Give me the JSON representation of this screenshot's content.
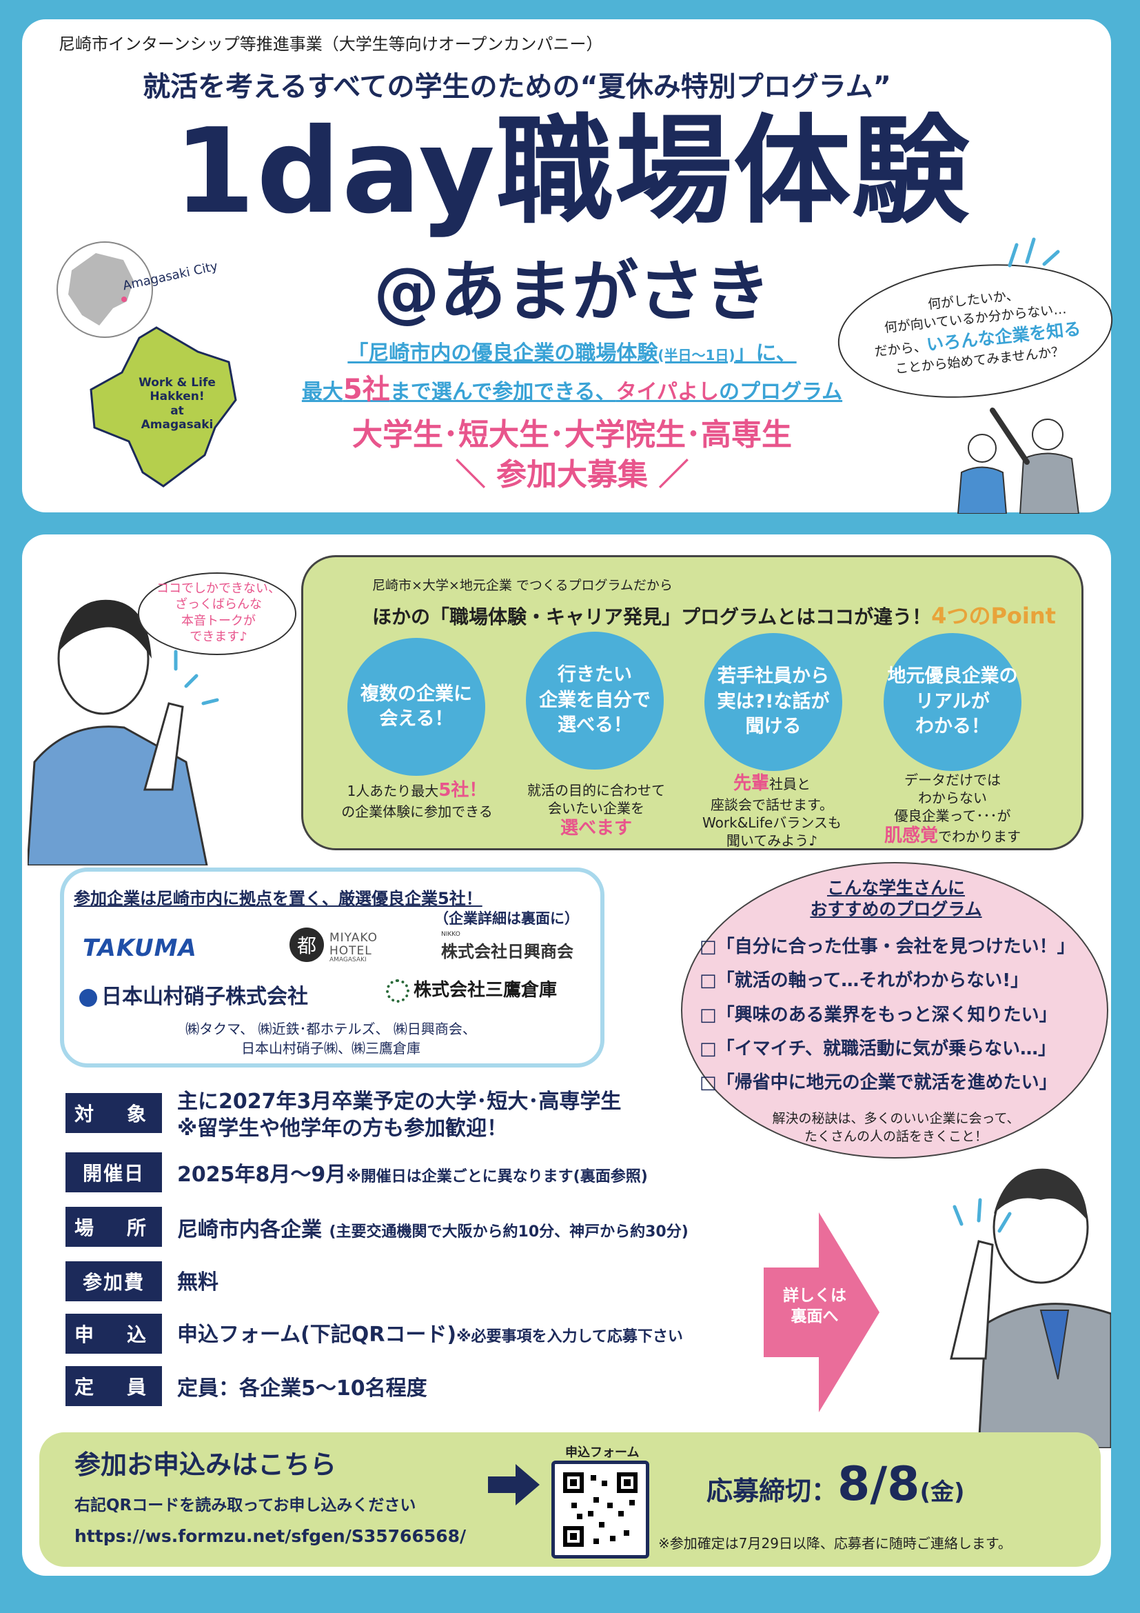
{
  "header": {
    "project": "尼崎市インターンシップ等推進事業（大学生等向けオープンカンパニー）",
    "subtitle": "就活を考えるすべての学生のための“夏休み特別プログラム”",
    "title_main": "1day職場体験",
    "title_sub": "@あまがさき",
    "desc_line1": "「尼崎市内の優良企業の職場体験",
    "desc_small": "(半日～1日)",
    "desc_line1_end": "」に、",
    "desc_line2_a": "最大",
    "desc_line2_num": "5社",
    "desc_line2_b": "まで選んで参加できる、",
    "desc_line2_c": "タイパよし",
    "desc_line2_d": "のプログラム",
    "target_line": "大学生･短大生･大学院生･高専生",
    "recruit_line": "参加大募集",
    "map_city_label": "Amagasaki City",
    "map_tag": "Work & Life\nHakken!\nat\nAmagasaki",
    "bubble_line1": "何がしたいか、",
    "bubble_line2": "何が向いているか分からない…",
    "bubble_line3a": "だから、",
    "bubble_line3b": "いろんな企業を知る",
    "bubble_line4": "ことから始めてみませんか？"
  },
  "points": {
    "speech": "ココでしかできない、\nざっくばらんな\n本音トークが\nできます♪",
    "intro": "尼崎市×大学×地元企業 でつくるプログラムだから",
    "headline": "ほかの「職場体験・キャリア発見」プログラムとはココが違う！",
    "headline_num": "4つのPoint",
    "items": [
      {
        "circle": "複数の企業に\n会える！",
        "text_a": "1人あたり最大",
        "em": "5社！",
        "text_b": "の企業体験に参加できる"
      },
      {
        "circle": "行きたい\n企業を自分で\n選べる！",
        "text_a": "就活の目的に合わせて\n会いたい企業を",
        "em": "選べます",
        "text_b": ""
      },
      {
        "circle": "若手社員から\n実は?!な話が\n聞ける",
        "text_a": "",
        "em": "先輩",
        "text_b": "社員と\n座談会で話せます。\nWork&Lifeバランスも\n聞いてみよう♪"
      },
      {
        "circle": "地元優良企業の\nリアルが\nわかる！",
        "text_a": "データだけでは\nわからない\n優良企業って･･･が",
        "em": "肌感覚",
        "text_b": "でわかります"
      }
    ]
  },
  "companies": {
    "heading": "参加企業は尼崎市内に拠点を置く、厳選優良企業5社！",
    "note": "（企業詳細は裏面に）",
    "logos": [
      "TAKUMA",
      "MIYAKO HOTEL",
      "AMAGASAKI",
      "株式会社日興商会",
      "NIKKO",
      "日本山村硝子株式会社",
      "株式会社三鷹倉庫"
    ],
    "list_line1": "㈱タクマ、 ㈱近鉄･都ホテルズ、 ㈱日興商会、",
    "list_line2": "日本山村硝子㈱、㈱三鷹倉庫"
  },
  "recommend": {
    "title1": "こんな学生さんに",
    "title2": "おすすめのプログラム",
    "items": [
      "□「自分に合った仕事・会社を見つけたい！」",
      "□「就活の軸って…それがわからない!」",
      "□「興味のある業界をもっと深く知りたい」",
      "□「イマイチ、就職活動に気が乗らない…」",
      "□「帰省中に地元の企業で就活を進めたい」"
    ],
    "footer1": "解決の秘訣は、多くのいい企業に会って、",
    "footer2": "たくさんの人の話をきくこと！"
  },
  "details": [
    {
      "label": "対　象",
      "value": "主に2027年3月卒業予定の大学･短大･高専学生",
      "value2": "※留学生や他学年の方も参加歓迎！"
    },
    {
      "label": "開催日",
      "value": "2025年8月～9月",
      "note": "※開催日は企業ごとに異なります(裏面参照)"
    },
    {
      "label": "場　所",
      "value": "尼崎市内各企業",
      "note": "(主要交通機関で大阪から約10分、神戸から約30分)"
    },
    {
      "label": "参加費",
      "value": "無料"
    },
    {
      "label": "申　込",
      "value": "申込フォーム(下記QRコード)",
      "note": "※必要事項を入力して応募下さい"
    },
    {
      "label": "定　員",
      "value": "定員：各企業5～10名程度"
    }
  ],
  "arrow_text": "詳しくは\n裏面へ",
  "apply": {
    "title": "参加お申込みはこちら",
    "desc": "右記QRコードを読み取ってお申し込みください",
    "url": "https://ws.formzu.net/sfgen/S35766568/",
    "qr_label": "申込フォーム",
    "deadline_label": "応募締切：",
    "deadline_date": "8/8",
    "deadline_day": "(金)",
    "note": "※参加確定は7月29日以降、応募者に随時ご連絡します。"
  },
  "colors": {
    "navy": "#1c2a5a",
    "pink": "#e8558c",
    "sky": "#4fb3d6",
    "lime": "#d3e39a",
    "circle": "#4bafd9"
  }
}
